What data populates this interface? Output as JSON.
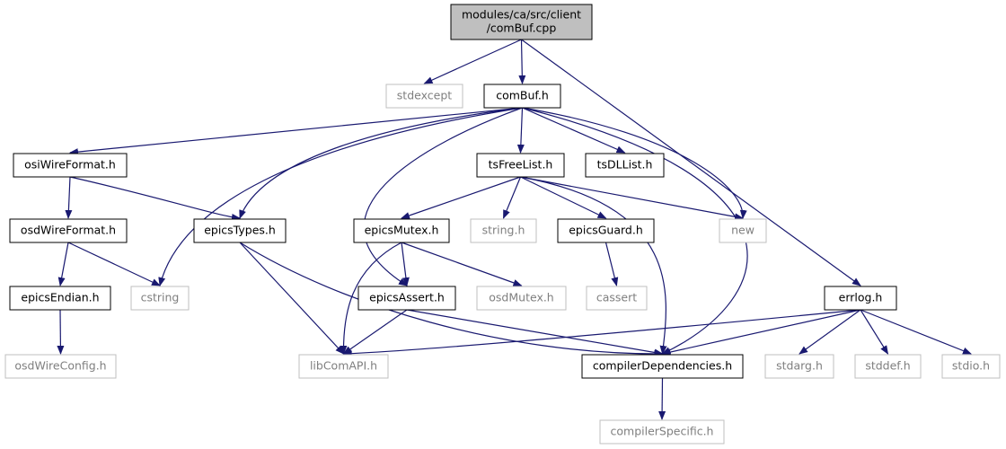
{
  "colors": {
    "edge": "#191970",
    "box_normal": "#000000",
    "box_external": "#bfbfbf",
    "box_root_fill": "#bfbfbf",
    "text_normal": "#000000",
    "text_external": "#7f7f7f"
  },
  "nodes": [
    {
      "id": "root",
      "lines": [
        "modules/ca/src/client",
        "/comBuf.cpp"
      ],
      "kind": "root"
    },
    {
      "id": "stdexcept",
      "lines": [
        "stdexcept"
      ],
      "kind": "external"
    },
    {
      "id": "comBuf",
      "lines": [
        "comBuf.h"
      ],
      "kind": "normal"
    },
    {
      "id": "osiWireFormat",
      "lines": [
        "osiWireFormat.h"
      ],
      "kind": "normal"
    },
    {
      "id": "tsFreeList",
      "lines": [
        "tsFreeList.h"
      ],
      "kind": "normal"
    },
    {
      "id": "tsDLList",
      "lines": [
        "tsDLList.h"
      ],
      "kind": "normal"
    },
    {
      "id": "osdWireFormat",
      "lines": [
        "osdWireFormat.h"
      ],
      "kind": "normal"
    },
    {
      "id": "epicsTypes",
      "lines": [
        "epicsTypes.h"
      ],
      "kind": "normal"
    },
    {
      "id": "epicsMutex",
      "lines": [
        "epicsMutex.h"
      ],
      "kind": "normal"
    },
    {
      "id": "stringh",
      "lines": [
        "string.h"
      ],
      "kind": "external"
    },
    {
      "id": "epicsGuard",
      "lines": [
        "epicsGuard.h"
      ],
      "kind": "normal"
    },
    {
      "id": "new",
      "lines": [
        "new"
      ],
      "kind": "external"
    },
    {
      "id": "epicsEndian",
      "lines": [
        "epicsEndian.h"
      ],
      "kind": "normal"
    },
    {
      "id": "cstring",
      "lines": [
        "cstring"
      ],
      "kind": "external"
    },
    {
      "id": "epicsAssert",
      "lines": [
        "epicsAssert.h"
      ],
      "kind": "normal"
    },
    {
      "id": "osdMutex",
      "lines": [
        "osdMutex.h"
      ],
      "kind": "external"
    },
    {
      "id": "cassert",
      "lines": [
        "cassert"
      ],
      "kind": "external"
    },
    {
      "id": "errlog",
      "lines": [
        "errlog.h"
      ],
      "kind": "normal"
    },
    {
      "id": "osdWireConfig",
      "lines": [
        "osdWireConfig.h"
      ],
      "kind": "external"
    },
    {
      "id": "libComAPI",
      "lines": [
        "libComAPI.h"
      ],
      "kind": "external"
    },
    {
      "id": "compilerDependencies",
      "lines": [
        "compilerDependencies.h"
      ],
      "kind": "normal"
    },
    {
      "id": "stdarg",
      "lines": [
        "stdarg.h"
      ],
      "kind": "external"
    },
    {
      "id": "stddef",
      "lines": [
        "stddef.h"
      ],
      "kind": "external"
    },
    {
      "id": "stdio",
      "lines": [
        "stdio.h"
      ],
      "kind": "external"
    },
    {
      "id": "compilerSpecific",
      "lines": [
        "compilerSpecific.h"
      ],
      "kind": "external"
    }
  ],
  "edges": [
    [
      "root",
      "stdexcept"
    ],
    [
      "root",
      "comBuf"
    ],
    [
      "root",
      "errlog"
    ],
    [
      "comBuf",
      "osiWireFormat"
    ],
    [
      "comBuf",
      "tsFreeList"
    ],
    [
      "comBuf",
      "tsDLList"
    ],
    [
      "comBuf",
      "epicsTypes"
    ],
    [
      "comBuf",
      "cstring"
    ],
    [
      "comBuf",
      "epicsAssert"
    ],
    [
      "comBuf",
      "new"
    ],
    [
      "comBuf",
      "compilerDependencies"
    ],
    [
      "osiWireFormat",
      "osdWireFormat"
    ],
    [
      "osiWireFormat",
      "epicsTypes"
    ],
    [
      "osdWireFormat",
      "epicsEndian"
    ],
    [
      "osdWireFormat",
      "cstring"
    ],
    [
      "epicsEndian",
      "osdWireConfig"
    ],
    [
      "epicsTypes",
      "libComAPI"
    ],
    [
      "epicsTypes",
      "compilerDependencies"
    ],
    [
      "tsFreeList",
      "epicsMutex"
    ],
    [
      "tsFreeList",
      "stringh"
    ],
    [
      "tsFreeList",
      "epicsGuard"
    ],
    [
      "tsFreeList",
      "new"
    ],
    [
      "tsFreeList",
      "compilerDependencies"
    ],
    [
      "epicsMutex",
      "epicsAssert"
    ],
    [
      "epicsMutex",
      "osdMutex"
    ],
    [
      "epicsMutex",
      "libComAPI"
    ],
    [
      "epicsGuard",
      "cassert"
    ],
    [
      "epicsAssert",
      "libComAPI"
    ],
    [
      "epicsAssert",
      "compilerDependencies"
    ],
    [
      "errlog",
      "libComAPI"
    ],
    [
      "errlog",
      "compilerDependencies"
    ],
    [
      "errlog",
      "stdarg"
    ],
    [
      "errlog",
      "stddef"
    ],
    [
      "errlog",
      "stdio"
    ],
    [
      "compilerDependencies",
      "compilerSpecific"
    ]
  ]
}
